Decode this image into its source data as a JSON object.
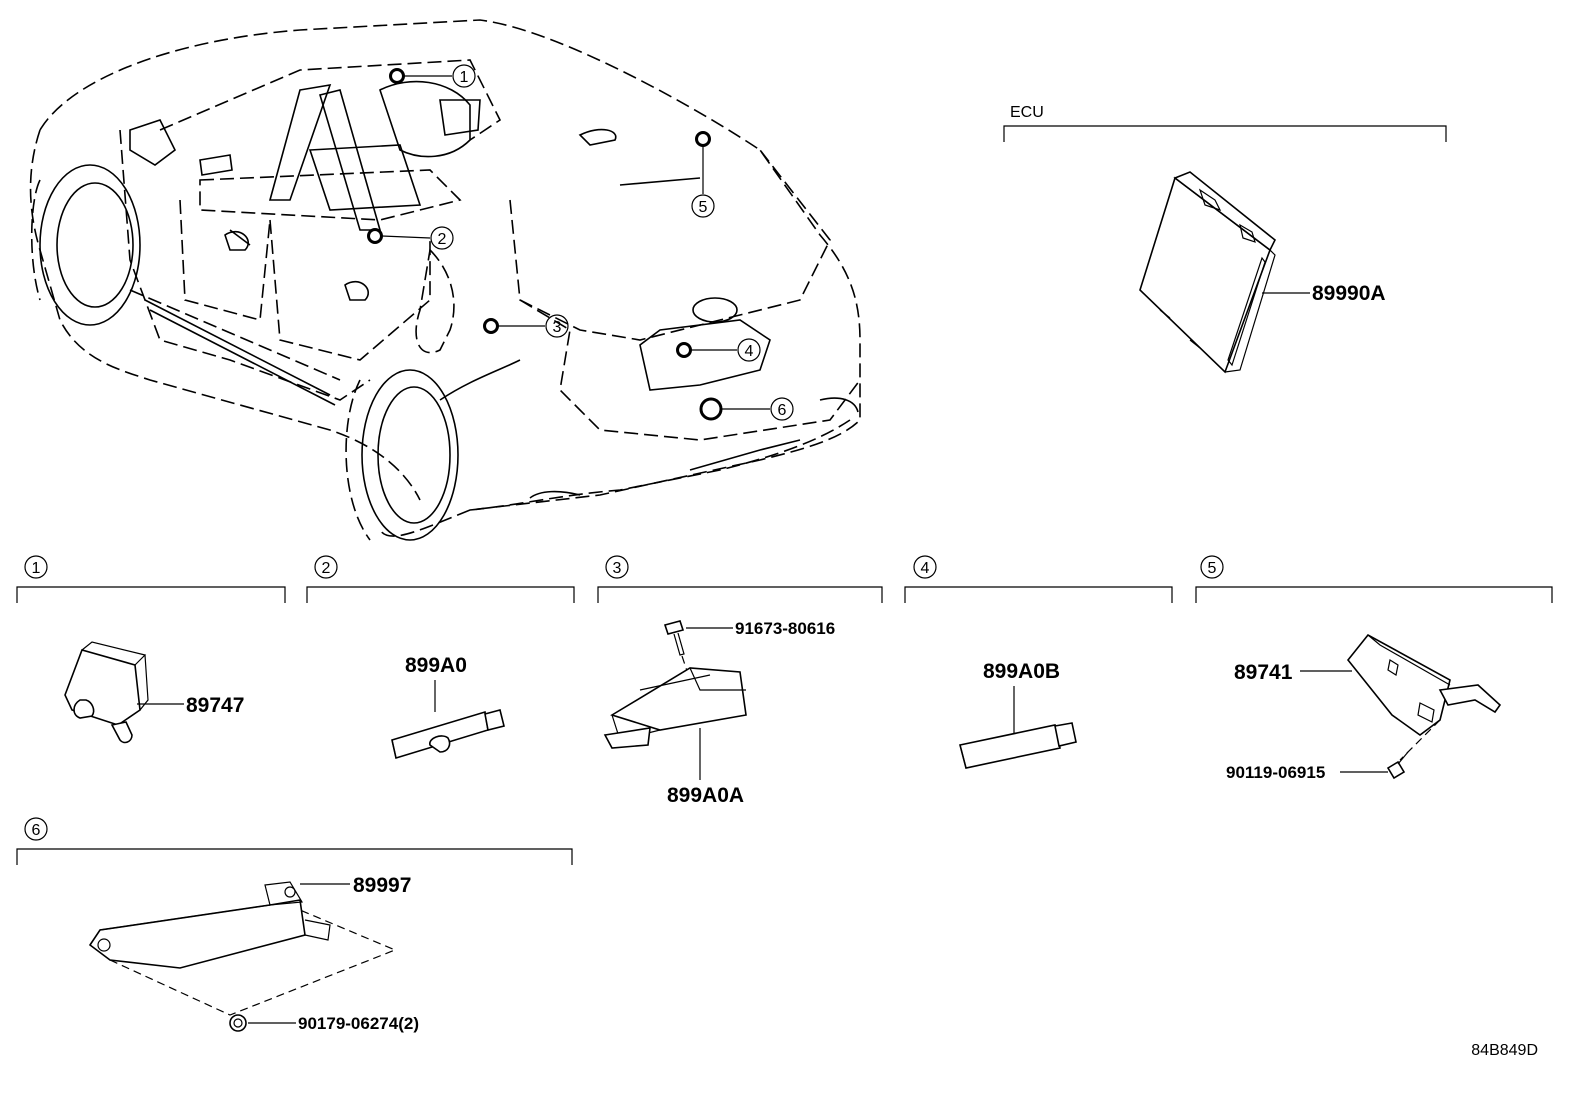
{
  "diagram": {
    "ecu_label": "ECU",
    "reference_code": "84B849D",
    "callouts": [
      "1",
      "2",
      "3",
      "4",
      "5",
      "6"
    ],
    "parts": {
      "ecu": "89990A",
      "p1": "89747",
      "p2": "899A0",
      "p3_bolt": "91673-80616",
      "p3": "899A0A",
      "p4": "899A0B",
      "p5": "89741",
      "p5_bolt": "90119-06915",
      "p6": "89997",
      "p6_nut": "90179-06274(2)"
    }
  }
}
